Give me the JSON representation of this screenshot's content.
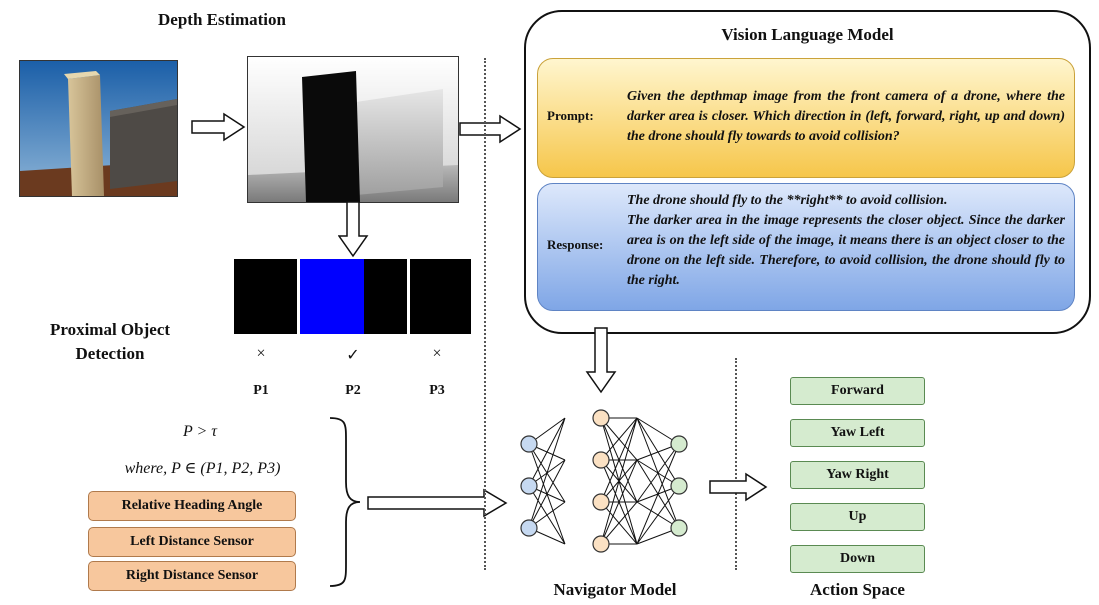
{
  "depth": {
    "title": "Depth Estimation"
  },
  "vlm": {
    "title": "Vision Language Model",
    "prompt_label": "Prompt:",
    "prompt_text": "Given the depthmap image from the front camera of a drone, where the darker area is closer. Which direction in (left, forward, right, up and down) the drone should fly towards to avoid collision?",
    "response_label": "Response:",
    "response_line1": "The drone should fly to the **right** to avoid collision.",
    "response_text": "The darker area in the image represents the closer object.  Since the darker area is on the left side of the image, it means there is an object closer to the drone on the left side.  Therefore, to avoid collision, the drone should fly to the right."
  },
  "detection": {
    "title_line1": "Proximal Object",
    "title_line2": "Detection",
    "regions": [
      {
        "label": "P1",
        "mark": "×"
      },
      {
        "label": "P2",
        "mark": "✓"
      },
      {
        "label": "P3",
        "mark": "×"
      }
    ],
    "condition": "P > τ",
    "where": "where, P ∈ (P1, P2, P3)"
  },
  "features": [
    "Relative Heading Angle",
    "Left Distance Sensor",
    "Right Distance Sensor"
  ],
  "navigator": {
    "title": "Navigator Model"
  },
  "actions": {
    "title": "Action Space",
    "items": [
      "Forward",
      "Yaw Left",
      "Yaw Right",
      "Up",
      "Down"
    ]
  },
  "colors": {
    "prompt_fill": "#f6c64a",
    "response_fill": "#7fa6e6",
    "feature_fill": "#f7c79d",
    "action_fill": "#d5ebcf",
    "node_input": "#c6d9f1",
    "node_hidden": "#fbe1c3",
    "node_output": "#d5ebcf",
    "detection_highlight": "#0000ff"
  }
}
